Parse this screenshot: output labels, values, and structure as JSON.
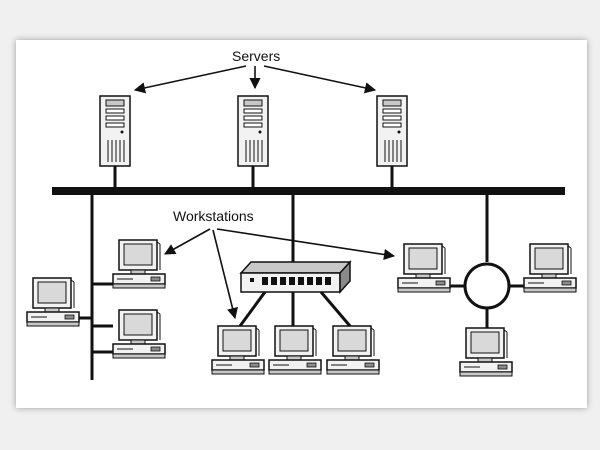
{
  "labels": {
    "servers": "Servers",
    "workstations": "Workstations"
  },
  "colors": {
    "line": "#111111",
    "device_light": "#f2f2f2",
    "device_mid": "#c8c8c8",
    "device_dark": "#8a8a8a",
    "screen": "#d9d9d9",
    "page_bg": "#f0f0f0",
    "card_bg": "#ffffff"
  },
  "nodes": {
    "servers": [
      "server-1",
      "server-2",
      "server-3"
    ],
    "hub": "hub",
    "ring": "ring-concentrator",
    "workstations": [
      "workstation-left-edge",
      "workstation-bus-upper",
      "workstation-bus-lower",
      "workstation-hub-1",
      "workstation-hub-2",
      "workstation-hub-3",
      "workstation-ring-left",
      "workstation-ring-right",
      "workstation-ring-bottom"
    ]
  }
}
